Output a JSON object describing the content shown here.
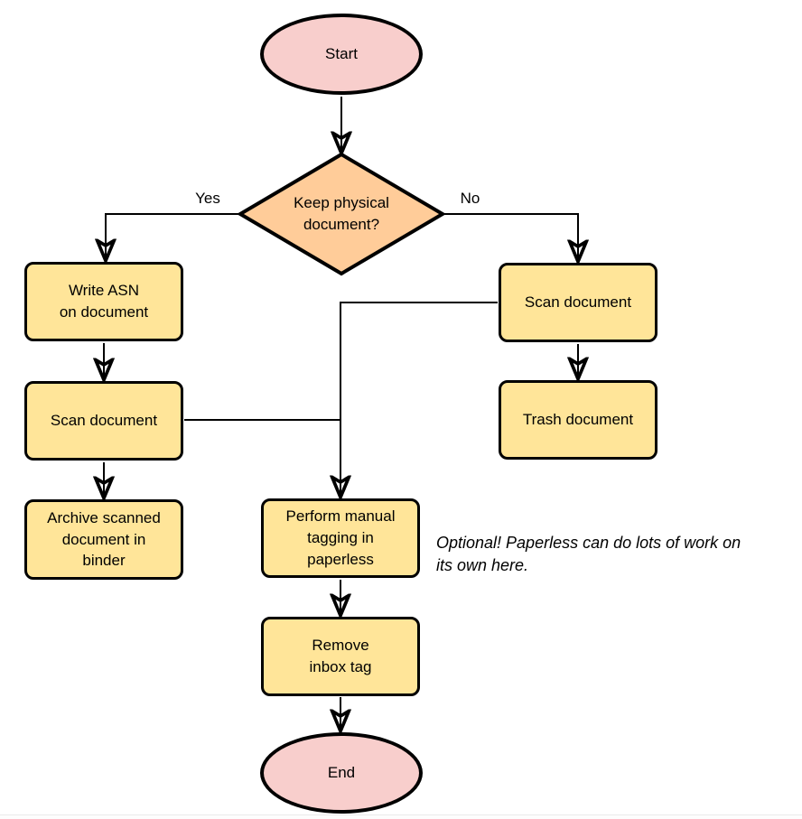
{
  "colors": {
    "terminal_fill": "#F8CECC",
    "decision_fill": "#FFCC99",
    "process_fill": "#FFE599",
    "stroke": "#000000"
  },
  "flowchart": {
    "nodes": {
      "start": "Start",
      "decision": "Keep physical\ndocument?",
      "write_asn": "Write ASN\non document",
      "scan_left": "Scan document",
      "archive": "Archive scanned\ndocument in\nbinder",
      "scan_right": "Scan document",
      "trash": "Trash document",
      "tagging": "Perform manual\ntagging in\npaperless",
      "remove_inbox": "Remove\ninbox tag",
      "end": "End"
    },
    "edge_labels": {
      "yes": "Yes",
      "no": "No"
    },
    "annotation": "Optional! Paperless can do lots of work on\nits own here."
  }
}
